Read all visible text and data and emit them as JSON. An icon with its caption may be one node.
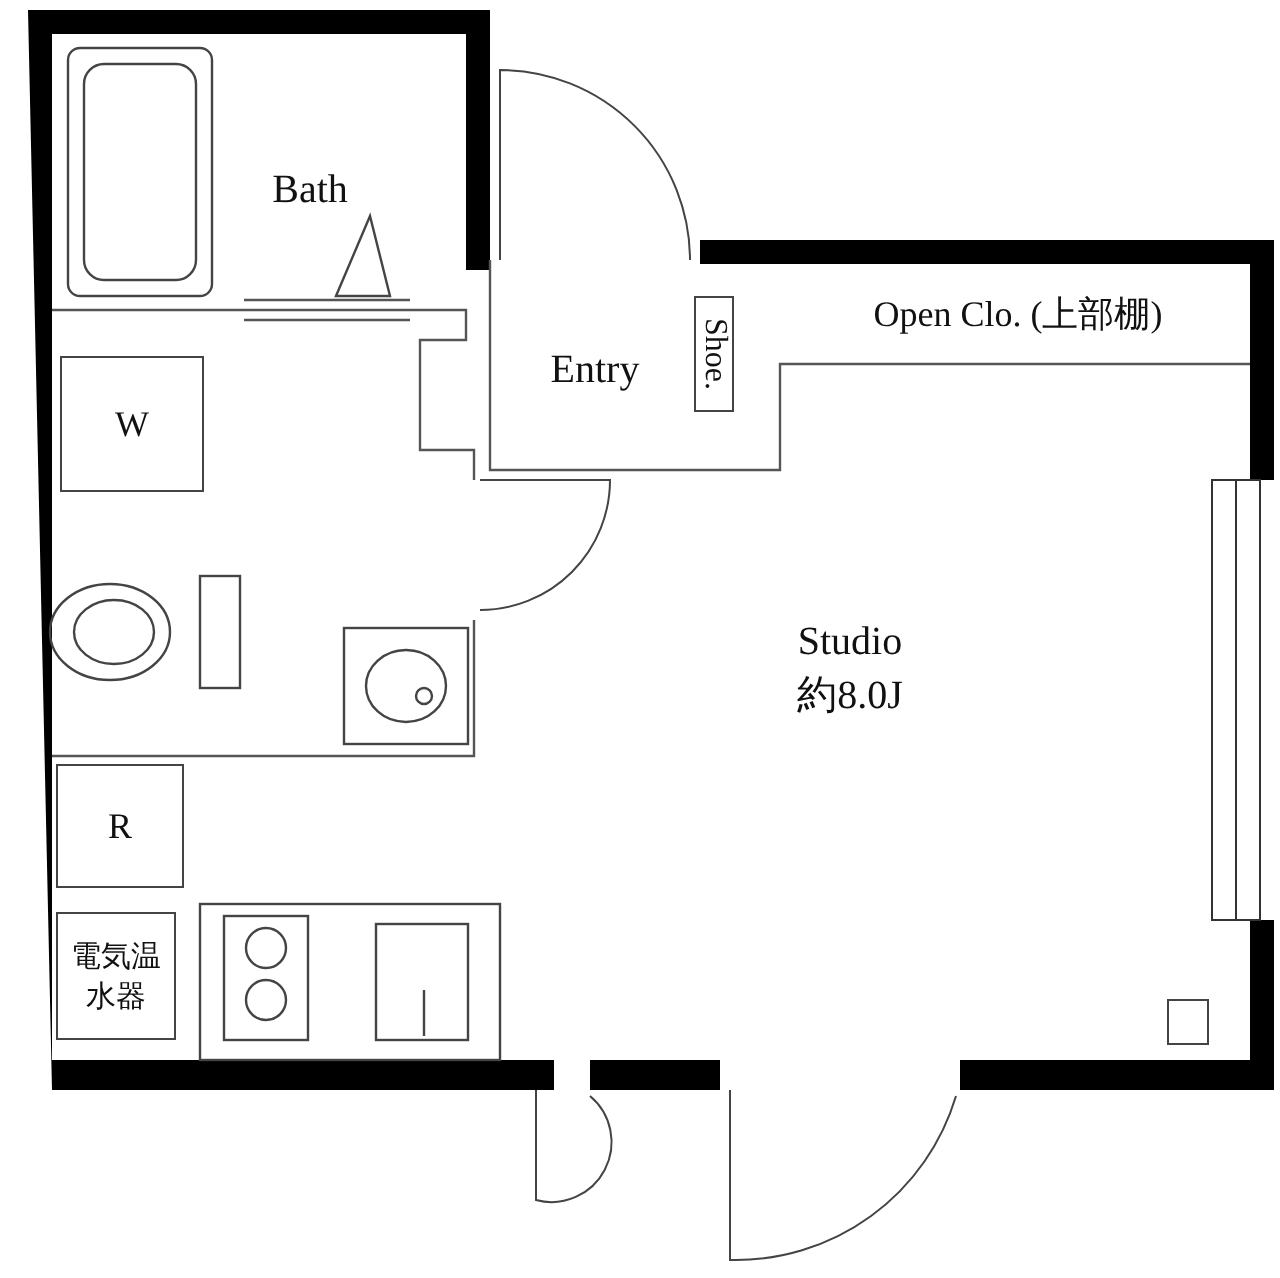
{
  "diagram": {
    "nodes": [
      {
        "text": [
          "Bath"
        ]
      },
      {
        "text": [
          "Entry"
        ]
      },
      {
        "text": [
          "Shoe."
        ]
      },
      {
        "text": [
          "Open Clo. (上部棚)"
        ]
      },
      {
        "text": [
          "W"
        ]
      },
      {
        "text": [
          "Studio",
          "約8.0J"
        ]
      },
      {
        "text": [
          "R"
        ]
      },
      {
        "text": [
          "電気温水器"
        ]
      }
    ]
  }
}
